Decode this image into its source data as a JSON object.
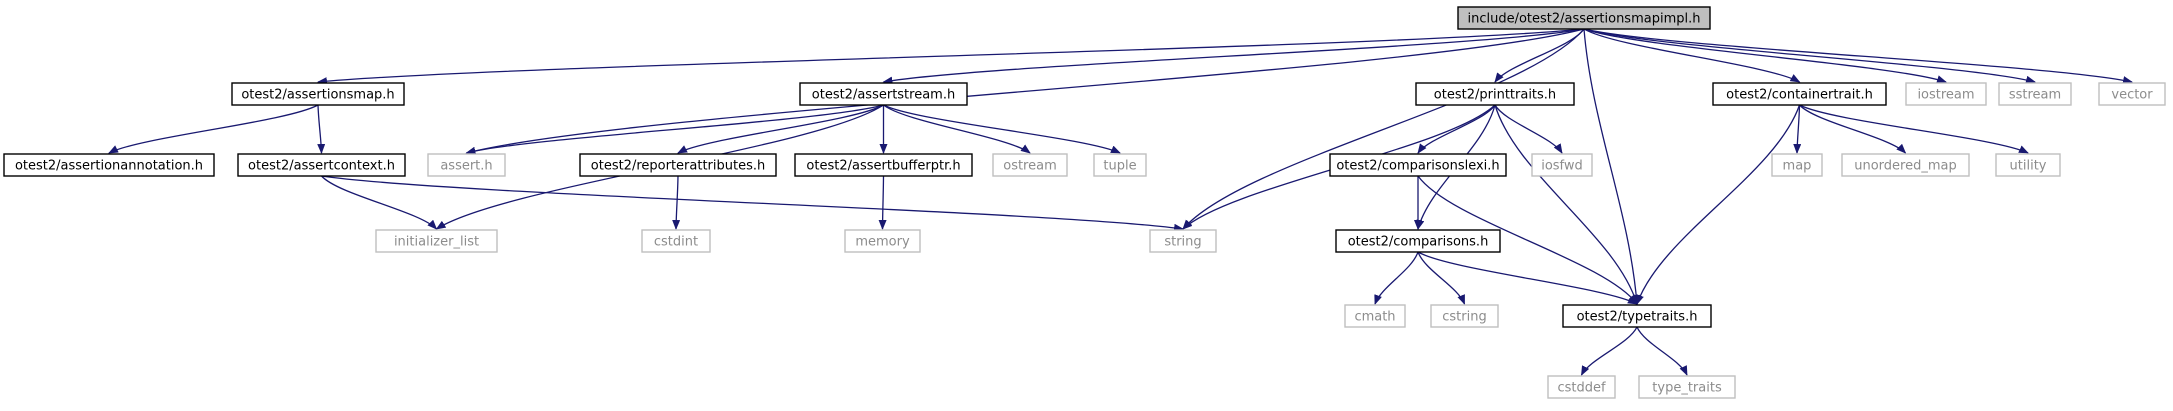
{
  "colors": {
    "edge": "#191970",
    "node_border": "#000000",
    "system_border": "#bfbfbf",
    "system_text": "#8c8c8c",
    "root_fill": "#bfbfbf",
    "node_fill": "#ffffff",
    "text": "#000000"
  },
  "diagram": {
    "type": "include-dependency-graph",
    "nodes": [
      {
        "id": "root",
        "label": "include/otest2/assertionsmapimpl.h",
        "kind": "root"
      },
      {
        "id": "assertionsmap",
        "label": "otest2/assertionsmap.h",
        "kind": "local"
      },
      {
        "id": "assertstream",
        "label": "otest2/assertstream.h",
        "kind": "local"
      },
      {
        "id": "printtraits",
        "label": "otest2/printtraits.h",
        "kind": "local"
      },
      {
        "id": "containertrait",
        "label": "otest2/containertrait.h",
        "kind": "local"
      },
      {
        "id": "iostream",
        "label": "iostream",
        "kind": "system"
      },
      {
        "id": "sstream",
        "label": "sstream",
        "kind": "system"
      },
      {
        "id": "vector",
        "label": "vector",
        "kind": "system"
      },
      {
        "id": "assertionannotation",
        "label": "otest2/assertionannotation.h",
        "kind": "local"
      },
      {
        "id": "assertcontext",
        "label": "otest2/assertcontext.h",
        "kind": "local"
      },
      {
        "id": "asserth",
        "label": "assert.h",
        "kind": "system"
      },
      {
        "id": "reporterattributes",
        "label": "otest2/reporterattributes.h",
        "kind": "local"
      },
      {
        "id": "assertbufferptr",
        "label": "otest2/assertbufferptr.h",
        "kind": "local"
      },
      {
        "id": "ostream",
        "label": "ostream",
        "kind": "system"
      },
      {
        "id": "tuple",
        "label": "tuple",
        "kind": "system"
      },
      {
        "id": "comparisonslexi",
        "label": "otest2/comparisonslexi.h",
        "kind": "local"
      },
      {
        "id": "iosfwd",
        "label": "iosfwd",
        "kind": "system"
      },
      {
        "id": "map",
        "label": "map",
        "kind": "system"
      },
      {
        "id": "unordered_map",
        "label": "unordered_map",
        "kind": "system"
      },
      {
        "id": "utility",
        "label": "utility",
        "kind": "system"
      },
      {
        "id": "initializer_list",
        "label": "initializer_list",
        "kind": "system"
      },
      {
        "id": "cstdint",
        "label": "cstdint",
        "kind": "system"
      },
      {
        "id": "memory",
        "label": "memory",
        "kind": "system"
      },
      {
        "id": "string",
        "label": "string",
        "kind": "system"
      },
      {
        "id": "comparisons",
        "label": "otest2/comparisons.h",
        "kind": "local"
      },
      {
        "id": "cmath",
        "label": "cmath",
        "kind": "system"
      },
      {
        "id": "cstring",
        "label": "cstring",
        "kind": "system"
      },
      {
        "id": "typetraits",
        "label": "otest2/typetraits.h",
        "kind": "local"
      },
      {
        "id": "cstddef",
        "label": "cstddef",
        "kind": "system"
      },
      {
        "id": "type_traits",
        "label": "type_traits",
        "kind": "system"
      }
    ],
    "edges": [
      [
        "root",
        "assertionsmap"
      ],
      [
        "root",
        "asserth"
      ],
      [
        "root",
        "assertstream"
      ],
      [
        "root",
        "string"
      ],
      [
        "root",
        "printtraits"
      ],
      [
        "root",
        "typetraits"
      ],
      [
        "root",
        "containertrait"
      ],
      [
        "root",
        "iostream"
      ],
      [
        "root",
        "sstream"
      ],
      [
        "root",
        "vector"
      ],
      [
        "assertionsmap",
        "assertionannotation"
      ],
      [
        "assertionsmap",
        "assertcontext"
      ],
      [
        "assertcontext",
        "initializer_list"
      ],
      [
        "assertcontext",
        "string"
      ],
      [
        "assertstream",
        "asserth"
      ],
      [
        "assertstream",
        "initializer_list"
      ],
      [
        "assertstream",
        "reporterattributes"
      ],
      [
        "assertstream",
        "assertbufferptr"
      ],
      [
        "assertstream",
        "ostream"
      ],
      [
        "assertstream",
        "tuple"
      ],
      [
        "reporterattributes",
        "cstdint"
      ],
      [
        "assertbufferptr",
        "memory"
      ],
      [
        "printtraits",
        "string"
      ],
      [
        "printtraits",
        "comparisons"
      ],
      [
        "printtraits",
        "comparisonslexi"
      ],
      [
        "printtraits",
        "iosfwd"
      ],
      [
        "printtraits",
        "typetraits"
      ],
      [
        "comparisonslexi",
        "comparisons"
      ],
      [
        "comparisonslexi",
        "typetraits"
      ],
      [
        "comparisons",
        "cmath"
      ],
      [
        "comparisons",
        "cstring"
      ],
      [
        "comparisons",
        "typetraits"
      ],
      [
        "containertrait",
        "map"
      ],
      [
        "containertrait",
        "unordered_map"
      ],
      [
        "containertrait",
        "utility"
      ],
      [
        "containertrait",
        "typetraits"
      ],
      [
        "typetraits",
        "cstddef"
      ],
      [
        "typetraits",
        "type_traits"
      ]
    ]
  }
}
